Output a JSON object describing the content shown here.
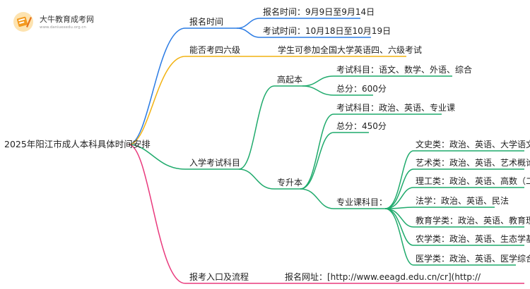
{
  "logo": {
    "title": "大牛教育成考网",
    "url": "www.daniuexedu.org.cn",
    "icon": "book-pen-icon"
  },
  "root": "2025年阳江市成人本科具体时间安排",
  "colors": {
    "blue": "#2a7be4",
    "orange": "#f2b211",
    "green": "#1faa6c",
    "pink": "#e93a7d"
  },
  "branches": {
    "signup": {
      "label": "报名时间",
      "items": [
        "报名时间：9月9日至9月14日",
        "考试时间：10月18日至10月19日"
      ]
    },
    "cet": {
      "label": "能否考四六级",
      "items": [
        "学生可参加全国大学英语四、六级考试"
      ]
    },
    "subjects": {
      "label": "入学考试科目",
      "gqb": {
        "label": "高起本",
        "items": [
          "考试科目：语文、数学、外语、综合",
          "总分：600分"
        ]
      },
      "zsb": {
        "label": "专升本",
        "items": [
          "考试科目：政治、英语、专业课",
          "总分：450分"
        ],
        "major": {
          "label": "专业课科目：",
          "items": [
            "文史类：政治、英语、大学语文",
            "艺术类：政治、英语、艺术概论",
            "理工类：政治、英语、高数（二）",
            "法学：政治、英语、民法",
            "教育学类：政治、英语、教育理论",
            "农学类：政治、英语、生态学基础",
            "医学类：政治、英语、医学综合"
          ]
        }
      }
    },
    "portal": {
      "label": "报考入口及流程",
      "items": [
        "报名网址：[http://www.eeagd.edu.cn/cr](http://"
      ]
    }
  }
}
